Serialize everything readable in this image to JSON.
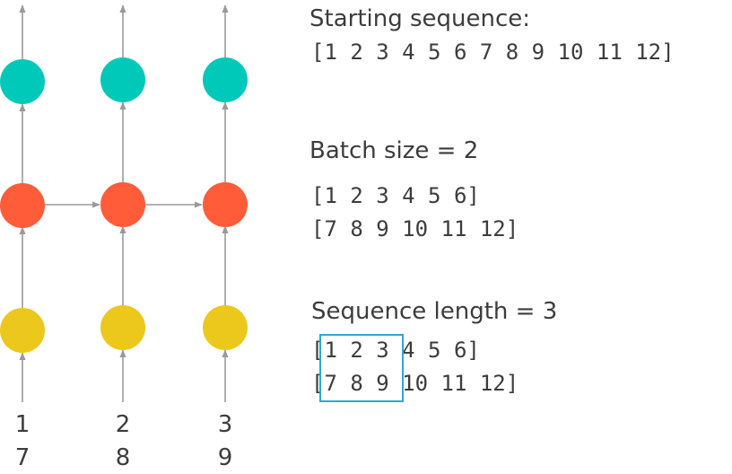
{
  "starting": {
    "title": "Starting sequence:",
    "sequence": "[1 2 3 4 5 6 7 8 9 10 11 12]"
  },
  "batch": {
    "title": "Batch size = 2",
    "row1": "[1 2 3 4 5 6]",
    "row2": "[7 8 9 10 11 12]"
  },
  "seqlen": {
    "title": "Sequence length = 3",
    "row1": "[1 2 3 4 5 6]",
    "row2": "[7 8 9 10 11 12]"
  },
  "inputs": {
    "row1": [
      "1",
      "2",
      "3"
    ],
    "row2": [
      "7",
      "8",
      "9"
    ]
  },
  "colors": {
    "output_node": "#00c9b9",
    "hidden_node": "#ff5c3a",
    "input_node": "#edc81c",
    "arrow": "#9a9a9a",
    "highlight": "#2ea7d4"
  }
}
